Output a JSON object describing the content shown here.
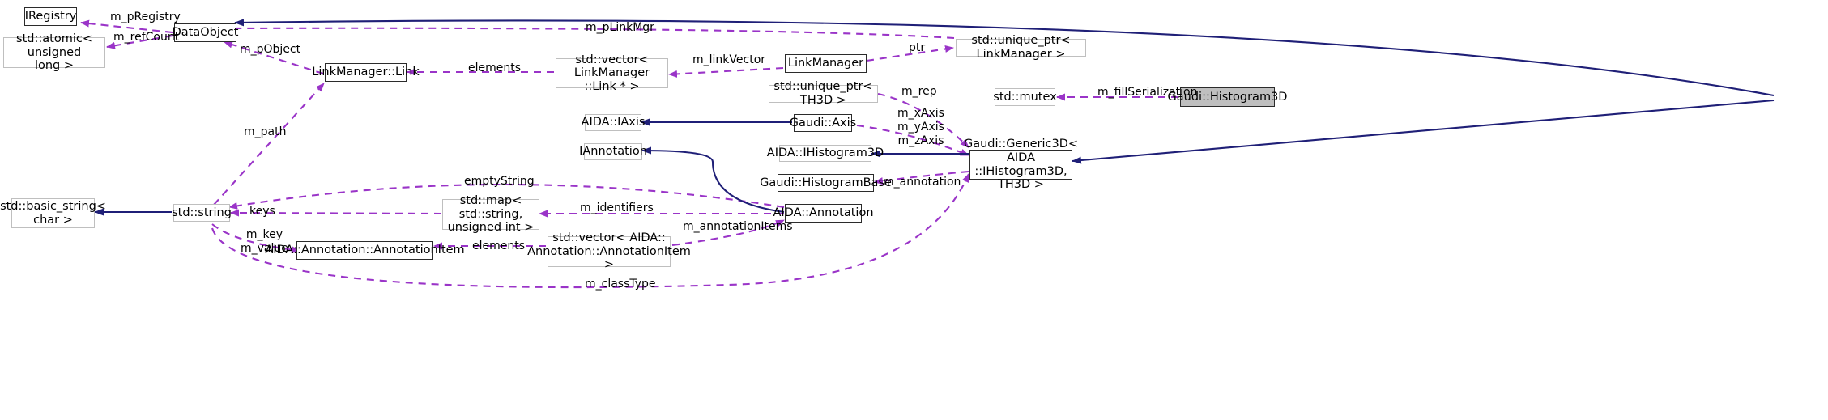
{
  "diagram": {
    "kind": "uml-collaboration-diagram",
    "focus_class": "Gaudi::Histogram3D",
    "colors": {
      "usage_edge": "#9a34c8",
      "inheritance_edge": "#1f1f77",
      "node_border": "#bfbfbf",
      "node_border_solid": "#2b2b2b",
      "focus_fill": "#bfbfbf",
      "background": "#ffffff"
    },
    "nodes": [
      {
        "id": "iregistry",
        "label": "IRegistry",
        "style": "solid"
      },
      {
        "id": "atomic",
        "label": "std::atomic< unsigned\nlong >",
        "style": "plain"
      },
      {
        "id": "dataobject",
        "label": "DataObject",
        "style": "solid"
      },
      {
        "id": "lmlink",
        "label": "LinkManager::Link",
        "style": "solid"
      },
      {
        "id": "vectorlink",
        "label": "std::vector< LinkManager\n::Link * >",
        "style": "plain"
      },
      {
        "id": "linkmanager",
        "label": "LinkManager",
        "style": "solid"
      },
      {
        "id": "uniqlinkmgr",
        "label": "std::unique_ptr< LinkManager >",
        "style": "plain"
      },
      {
        "id": "uniqth3d",
        "label": "std::unique_ptr< TH3D >",
        "style": "plain"
      },
      {
        "id": "mutex",
        "label": "std::mutex",
        "style": "plain"
      },
      {
        "id": "histogram3d",
        "label": "Gaudi::Histogram3D",
        "style": "focus"
      },
      {
        "id": "iaxis",
        "label": "AIDA::IAxis",
        "style": "plain"
      },
      {
        "id": "gaudiaxis",
        "label": "Gaudi::Axis",
        "style": "solid"
      },
      {
        "id": "iannotation",
        "label": "IAnnotation",
        "style": "plain"
      },
      {
        "id": "ihistogram3d",
        "label": "AIDA::IHistogram3D",
        "style": "plain"
      },
      {
        "id": "generic3d",
        "label": "Gaudi::Generic3D< AIDA\n::IHistogram3D, TH3D >",
        "style": "solid"
      },
      {
        "id": "histobase",
        "label": "Gaudi::HistogramBase",
        "style": "solid"
      },
      {
        "id": "basicstring",
        "label": "std::basic_string<\nchar >",
        "style": "plain"
      },
      {
        "id": "stdstring",
        "label": "std::string",
        "style": "plain"
      },
      {
        "id": "mapstring",
        "label": "std::map< std::string,\nunsigned int >",
        "style": "plain"
      },
      {
        "id": "annotation",
        "label": "AIDA::Annotation",
        "style": "solid"
      },
      {
        "id": "annotationitem",
        "label": "AIDA::Annotation::AnnotationItem",
        "style": "solid"
      },
      {
        "id": "vectoritem",
        "label": "std::vector< AIDA::\nAnnotation::AnnotationItem >",
        "style": "plain"
      }
    ],
    "edge_labels": [
      {
        "id": "m_pRegistry",
        "text": "m_pRegistry"
      },
      {
        "id": "m_refCount",
        "text": "m_refCount"
      },
      {
        "id": "m_pObject",
        "text": "m_pObject"
      },
      {
        "id": "elements_link",
        "text": "elements"
      },
      {
        "id": "m_linkVector",
        "text": "m_linkVector"
      },
      {
        "id": "m_pLinkMgr",
        "text": "m_pLinkMgr"
      },
      {
        "id": "ptr",
        "text": "ptr"
      },
      {
        "id": "m_rep",
        "text": "m_rep"
      },
      {
        "id": "m_axes",
        "text": "m_xAxis\nm_yAxis\nm_zAxis"
      },
      {
        "id": "m_fillSerialization",
        "text": "m_fillSerialization"
      },
      {
        "id": "m_path",
        "text": "m_path"
      },
      {
        "id": "emptyString",
        "text": "emptyString"
      },
      {
        "id": "keys",
        "text": "keys"
      },
      {
        "id": "m_identifiers",
        "text": "m_identifiers"
      },
      {
        "id": "m_annotation",
        "text": "m_annotation"
      },
      {
        "id": "m_annotationItems",
        "text": "m_annotationItems"
      },
      {
        "id": "m_key_m_value",
        "text": "m_key\nm_value"
      },
      {
        "id": "elements_item",
        "text": "elements"
      },
      {
        "id": "m_classType",
        "text": "m_classType"
      }
    ]
  }
}
